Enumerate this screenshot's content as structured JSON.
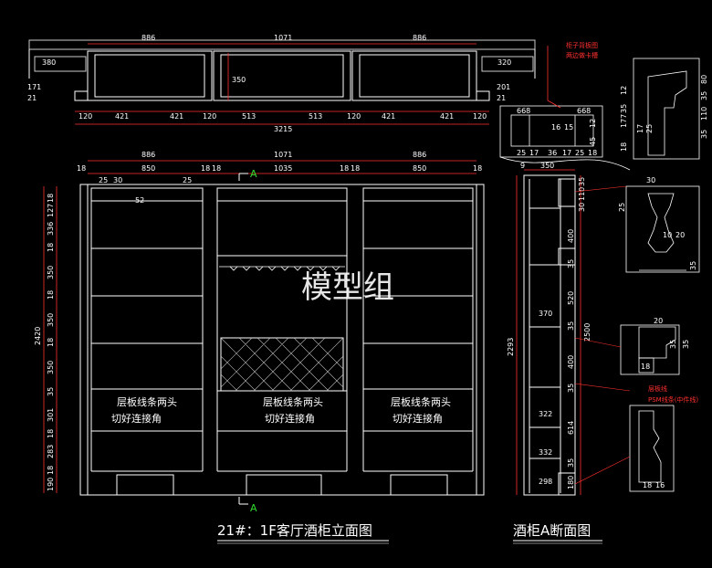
{
  "watermark": "模型组",
  "titles": {
    "elevation": "21#：1F客厅酒柜立面图",
    "section": "酒柜A断面图"
  },
  "section_marker": "A",
  "top_plan": {
    "widths": [
      "886",
      "1071",
      "886"
    ],
    "sides": [
      "380",
      "320"
    ],
    "depth": "350",
    "small": [
      "171",
      "21",
      "201",
      "21"
    ],
    "bottom": [
      "120",
      "421",
      "421",
      "120",
      "513",
      "513",
      "120",
      "421",
      "421",
      "120"
    ],
    "total": "3215"
  },
  "elevation": {
    "top": [
      "886",
      "1071",
      "886"
    ],
    "second": [
      "18",
      "850",
      "18",
      "18",
      "1035",
      "18",
      "18",
      "850",
      "18"
    ],
    "third": [
      "25",
      "30",
      "25"
    ],
    "mark": "52",
    "total_height": "2420",
    "left_dims": [
      "18",
      "127",
      "336",
      "18",
      "350",
      "18",
      "350",
      "18",
      "350",
      "35",
      "301",
      "18",
      "283",
      "18",
      "190"
    ],
    "note_line1": "层板线条两头",
    "note_line2": "切好连接角"
  },
  "section": {
    "top": [
      "9",
      "350"
    ],
    "total_inner": "2293",
    "total_outer": "2500",
    "right_dims": [
      "35",
      "110",
      "30",
      "400",
      "35",
      "520",
      "35",
      "400",
      "35",
      "614",
      "35",
      "180"
    ],
    "inner_dims": [
      "370",
      "322",
      "332",
      "298"
    ],
    "note1": "柜子背板图",
    "note1b": "两边做卡槽",
    "note2": "层板线",
    "note3": "PSM线条(中件线)"
  },
  "detail_top": {
    "labels": [
      "668",
      "668",
      "16",
      "15",
      "25",
      "17",
      "36",
      "17",
      "25",
      "18",
      "12",
      "45"
    ]
  },
  "detail_right": {
    "labels": [
      "12",
      "35",
      "177",
      "17",
      "25",
      "18",
      "80",
      "35",
      "110",
      "35",
      "30",
      "25",
      "10",
      "20",
      "35",
      "20",
      "35",
      "18",
      "18",
      "16",
      "35"
    ]
  }
}
